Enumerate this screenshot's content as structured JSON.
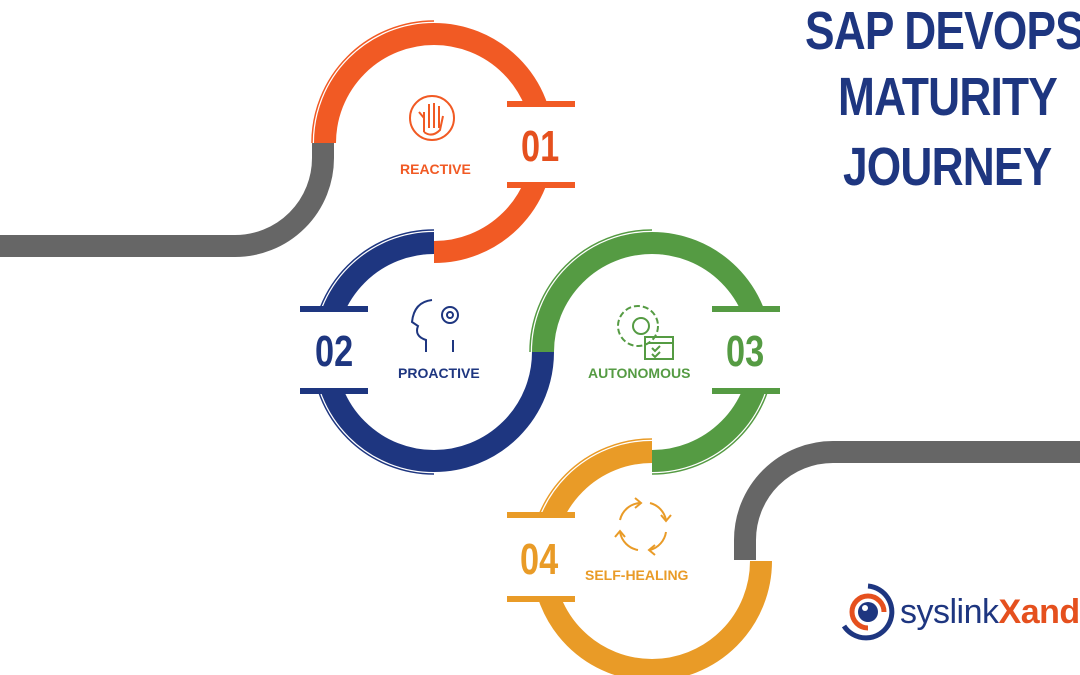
{
  "title": {
    "line1": "SAP DEVOPS",
    "line2": "MATURITY",
    "line3": "JOURNEY",
    "color": "#1e3680"
  },
  "stages": [
    {
      "number": "01",
      "label": "REACTIVE",
      "icon": "hand-stop-icon",
      "color": "#f15a24"
    },
    {
      "number": "02",
      "label": "PROACTIVE",
      "icon": "head-gear-icon",
      "color": "#1e3680"
    },
    {
      "number": "03",
      "label": "AUTONOMOUS",
      "icon": "gear-checklist-icon",
      "color": "#559b43"
    },
    {
      "number": "04",
      "label": "SELF-HEALING",
      "icon": "refresh-cycle-icon",
      "color": "#e99b27"
    }
  ],
  "connector_color": "#666666",
  "logo": {
    "text_a": "syslink",
    "text_b": "Xandes"
  }
}
